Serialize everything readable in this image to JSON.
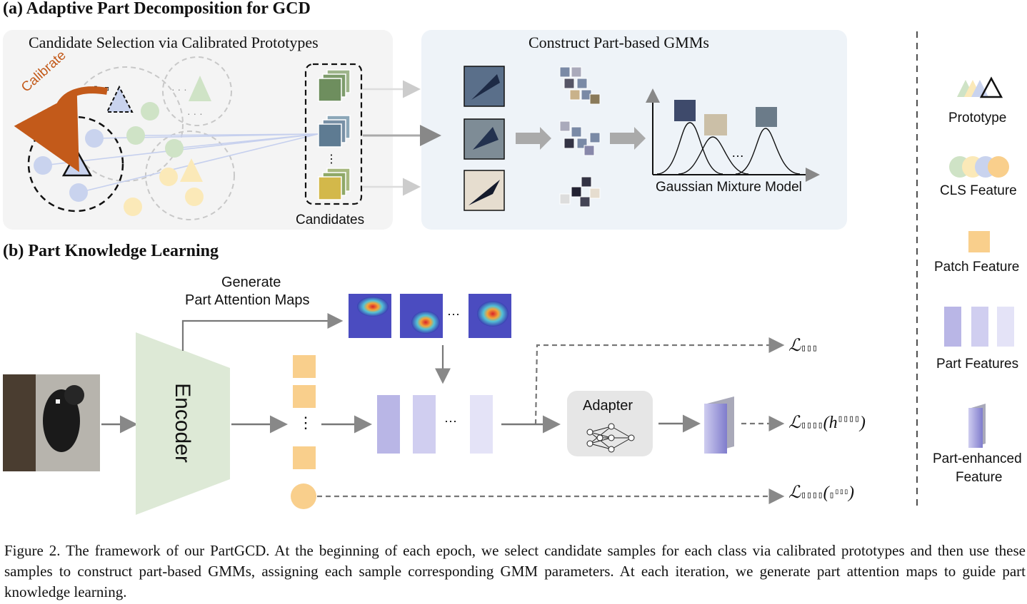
{
  "section_a": {
    "title": "(a) Adaptive Part Decomposition for GCD",
    "left_box_title": "Candidate Selection via Calibrated Prototypes",
    "calibrate_label": "Calibrate",
    "candidates_label": "Candidates",
    "right_box_title": "Construct Part-based GMMs",
    "gmm_label": "Gaussian Mixture Model",
    "dots": "..."
  },
  "section_b": {
    "title": "(b) Part Knowledge Learning",
    "generate_label_1": "Generate",
    "generate_label_2": "Part Attention Maps",
    "encoder_label": "Encoder",
    "adapter_label": "Adapter",
    "loss_top": "ℒ",
    "loss_mid": "ℒ",
    "loss_mid_arg": "(h",
    "loss_bottom": "ℒ",
    "loss_bottom_arg": "(",
    "paren_close": ")",
    "dots": "···",
    "vdots": "⋮"
  },
  "legend": {
    "prototype": "Prototype",
    "cls_feature": "CLS Feature",
    "patch_feature": "Patch Feature",
    "part_features": "Part Features",
    "part_enhanced_1": "Part-enhanced",
    "part_enhanced_2": "Feature"
  },
  "caption": "Figure 2.  The framework of our PartGCD. At the beginning of each epoch, we select candidate samples for each class via calibrated prototypes and then use these samples to construct part-based GMMs, assigning each sample corresponding GMM parameters.  At each iteration, we generate part attention maps to guide part knowledge learning.",
  "colors": {
    "green": "#cfe3c6",
    "yellow": "#fbe9b8",
    "blue": "#c9d3ee",
    "orange": "#f9cf8c",
    "part": "#b9b6e6",
    "calibrate": "#c35a1a",
    "encoder": "#dde9d6"
  }
}
